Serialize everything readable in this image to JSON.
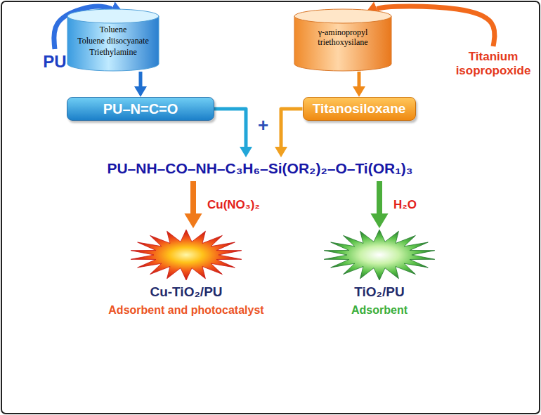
{
  "diagram": {
    "nodes": [
      {
        "text": [
          "PU"
        ]
      },
      {
        "text": [
          "Toluene",
          "Toluene diisocyanate",
          "Triethylamine"
        ]
      },
      {
        "text": [
          "Titanium isopropoxide"
        ]
      },
      {
        "text": [
          "γ-aminopropyl triethoxysilane"
        ]
      },
      {
        "text": [
          "PU–N=C=O"
        ]
      },
      {
        "text": [
          "Titanosiloxane"
        ]
      },
      {
        "text": [
          "PU–NH–CO–NH–C₃H₆–Si(OR₂)₂–O–Ti(OR₁)₃"
        ]
      },
      {
        "text": [
          "Cu-TiO₂/PU",
          "Adsorbent and photocatalyst"
        ]
      },
      {
        "text": [
          "TiO₂/PU",
          "Adsorbent"
        ]
      }
    ],
    "edges": [
      {
        "from": 0,
        "to": 1,
        "arrow": "to"
      },
      {
        "from": 2,
        "to": 3,
        "arrow": "to"
      },
      {
        "from": 1,
        "to": 4,
        "arrow": "to"
      },
      {
        "from": 3,
        "to": 5,
        "arrow": "to"
      },
      {
        "from": 4,
        "to": 6,
        "arrow": "to"
      },
      {
        "from": 5,
        "to": 6,
        "arrow": "to"
      },
      {
        "from": 6,
        "to": 7,
        "label": "Cu(NO₃)₂",
        "arrow": "to"
      },
      {
        "from": 6,
        "to": 8,
        "label": "H₂O",
        "arrow": "to"
      }
    ],
    "labels": [
      "+"
    ]
  }
}
